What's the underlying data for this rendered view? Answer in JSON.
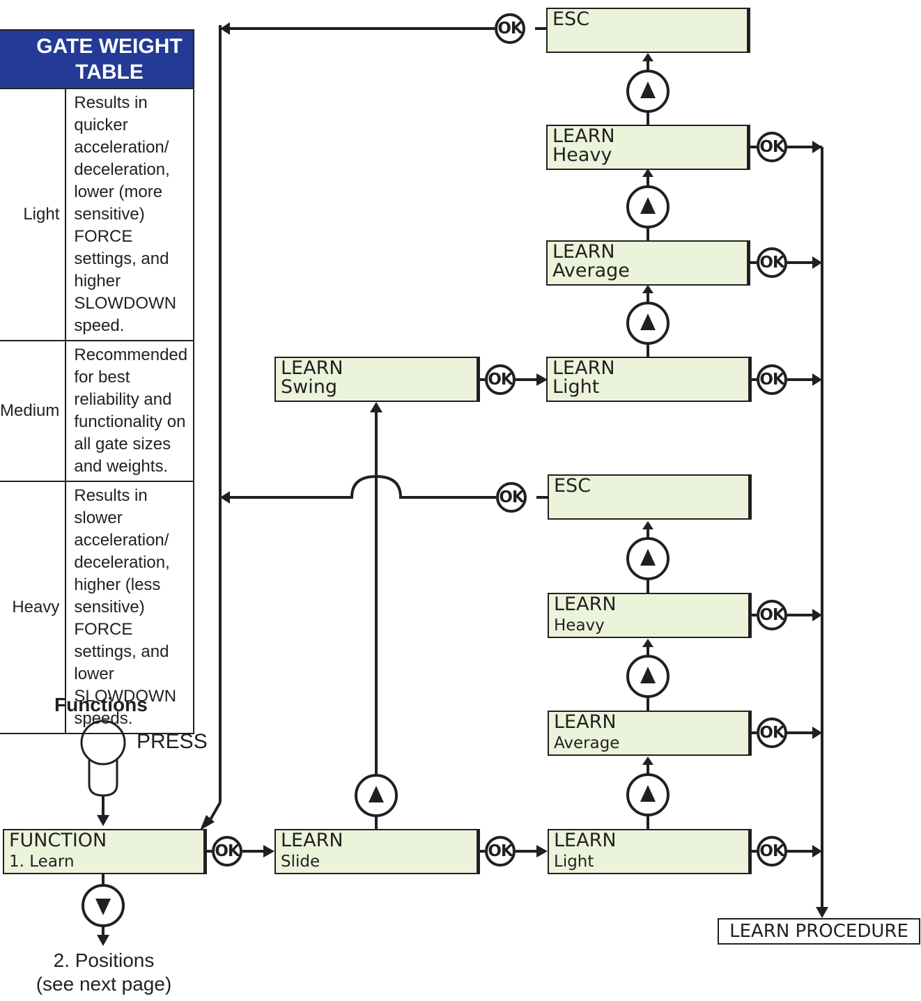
{
  "table": {
    "title": "GATE WEIGHT TABLE",
    "rows": [
      {
        "weight": "Light",
        "description": "Results in quicker acceleration/ deceleration, lower (more sensitive) FORCE settings, and higher SLOWDOWN speed."
      },
      {
        "weight": "Medium",
        "description": "Recommended for best reliability and functionality on all gate sizes and weights."
      },
      {
        "weight": "Heavy",
        "description": "Results in slower acceleration/ deceleration, higher (less sensitive) FORCE settings, and lower SLOWDOWN speeds."
      }
    ]
  },
  "functions": {
    "label": "Functions",
    "press": "PRESS"
  },
  "next_step": {
    "line1": "2. Positions",
    "line2": "(see next page)"
  },
  "boxes": {
    "function": {
      "line1": "FUNCTION",
      "line2": "1. Learn"
    },
    "slide": {
      "line1": "LEARN",
      "line2": "Slide"
    },
    "swing": {
      "line1": "LEARN",
      "line2": "Swing"
    },
    "slide_light": {
      "line1": "LEARN",
      "line2": "Light"
    },
    "slide_average": {
      "line1": "LEARN",
      "line2": "Average"
    },
    "slide_heavy": {
      "line1": "LEARN",
      "line2": "Heavy"
    },
    "slide_esc": {
      "line1": "ESC"
    },
    "swing_light": {
      "line1": "LEARN",
      "line2": "Light"
    },
    "swing_average": {
      "line1": "LEARN",
      "line2": "Average"
    },
    "swing_heavy": {
      "line1": "LEARN",
      "line2": "Heavy"
    },
    "swing_esc": {
      "line1": "ESC"
    }
  },
  "buttons": {
    "ok": "OK",
    "up_icon": "up-arrow-button",
    "down_icon": "down-arrow-button"
  },
  "learn_procedure": "LEARN PROCEDURE",
  "colors": {
    "table_header": "#233b96",
    "lcd": "#ebf4da",
    "line": "#231f20"
  }
}
